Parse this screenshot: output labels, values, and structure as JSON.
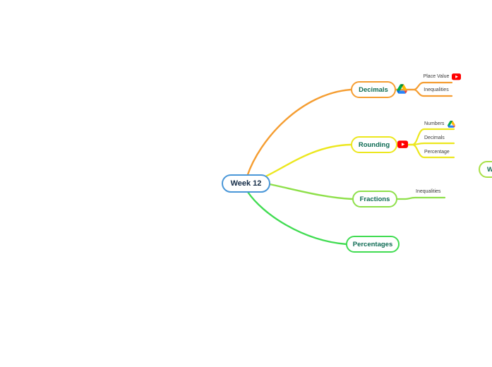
{
  "canvas": {
    "background": "#ffffff"
  },
  "palette": {
    "root_border": "#4a97d8",
    "root_text": "#142c47",
    "node_text": "#0d6b53",
    "sub_text": "#3c3c3c",
    "orange": "#f59d31",
    "yellow": "#ece71e",
    "light_green": "#8ee04a",
    "green": "#41dc52",
    "lime": "#a8e046",
    "youtube_red": "#ff0000",
    "drive_blue_dark": "#0066da",
    "drive_green": "#00ac47",
    "drive_red": "#ea4335",
    "drive_green_dark": "#00832d",
    "drive_blue": "#2684fc",
    "drive_yellow": "#ffba00"
  },
  "root": {
    "label": "Week 12"
  },
  "branches": [
    {
      "id": "decimals",
      "label": "Decimals",
      "attachment_icon": "google-drive-icon",
      "children": [
        {
          "label": "Place Value",
          "attachment_icon": "youtube-icon"
        },
        {
          "label": "Inequalities"
        }
      ]
    },
    {
      "id": "rounding",
      "label": "Rounding",
      "attachment_icon": "youtube-icon",
      "children": [
        {
          "label": "Numbers",
          "attachment_icon": "google-drive-icon"
        },
        {
          "label": "Decimals"
        },
        {
          "label": "Percentage"
        }
      ]
    },
    {
      "id": "fractions",
      "label": "Fractions",
      "children": [
        {
          "label": "Inequalities"
        }
      ]
    },
    {
      "id": "percentages",
      "label": "Percentages",
      "children": []
    },
    {
      "id": "partial-right",
      "label": "W",
      "children": []
    }
  ]
}
